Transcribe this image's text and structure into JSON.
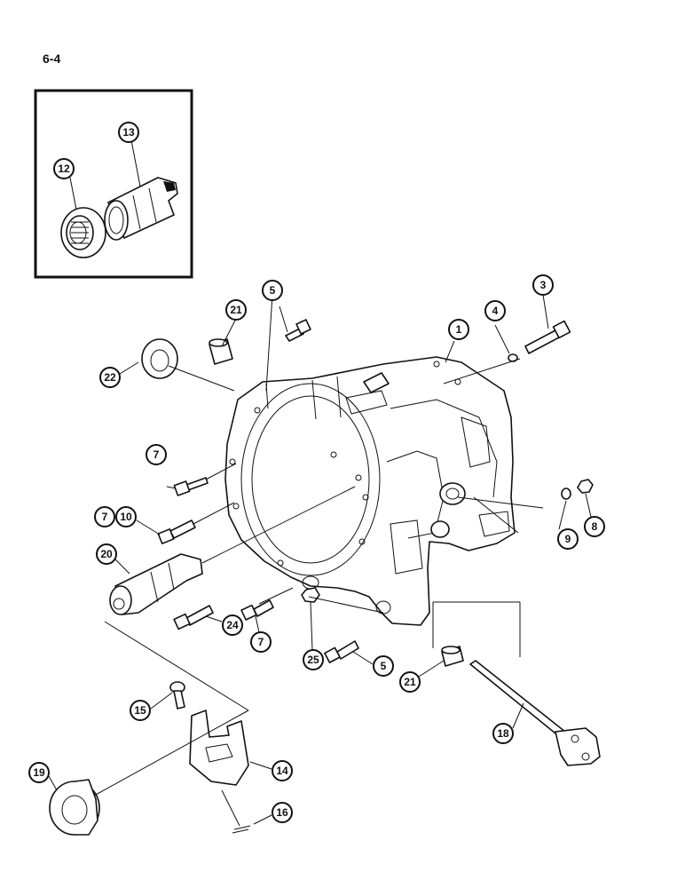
{
  "page_number": "6-4",
  "callouts": [
    {
      "label": "13"
    },
    {
      "label": "12"
    },
    {
      "label": "5"
    },
    {
      "label": "21"
    },
    {
      "label": "22"
    },
    {
      "label": "3"
    },
    {
      "label": "4"
    },
    {
      "label": "1"
    },
    {
      "label": "7"
    },
    {
      "label": "7"
    },
    {
      "label": "10"
    },
    {
      "label": "20"
    },
    {
      "label": "9"
    },
    {
      "label": "8"
    },
    {
      "label": "24"
    },
    {
      "label": "7"
    },
    {
      "label": "25"
    },
    {
      "label": "5"
    },
    {
      "label": "21"
    },
    {
      "label": "15"
    },
    {
      "label": "18"
    },
    {
      "label": "14"
    },
    {
      "label": "19"
    },
    {
      "label": "16"
    }
  ]
}
